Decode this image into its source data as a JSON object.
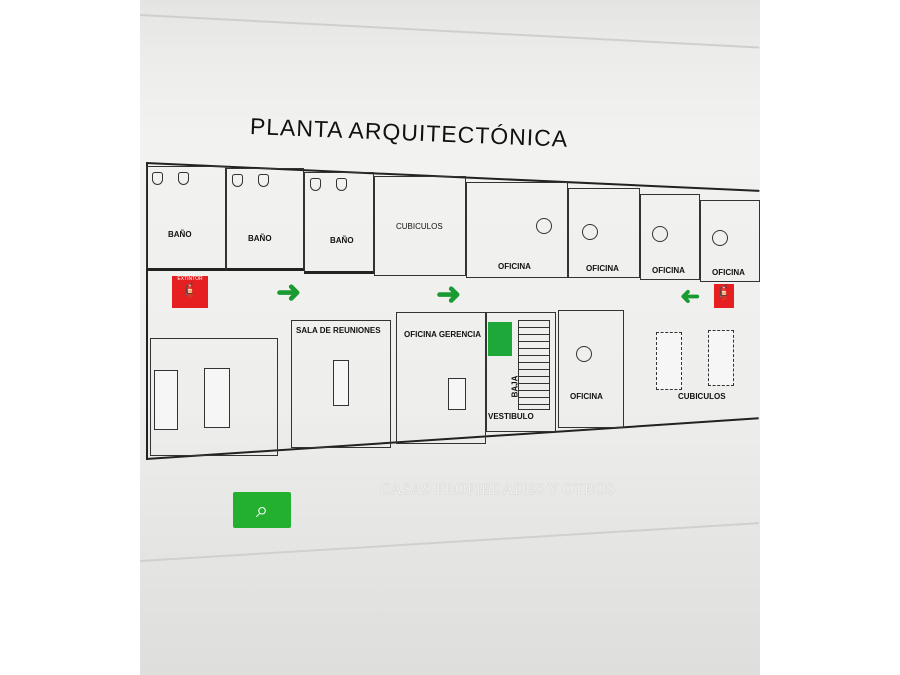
{
  "sign": {
    "title": "PLANTA ARQUITECTÓNICA",
    "rooms": {
      "bano_1": "BAÑO",
      "bano_2": "BAÑO",
      "bano_3": "BAÑO",
      "cubiculos_top": "CUBICULOS",
      "oficina_1": "OFICINA",
      "oficina_2": "OFICINA",
      "oficina_3": "OFICINA",
      "oficina_4": "OFICINA",
      "sala_reuniones": "SALA DE REUNIONES",
      "oficina_gerencia": "OFICINA GERENCIA",
      "baja": "BAJA",
      "vestibulo": "VESTIBULO",
      "oficina_5": "OFICINA",
      "cubiculos_bottom": "CUBICULOS"
    },
    "extintor_label": "EXTINTOR",
    "icons": [
      "fire-extinguisher-icon",
      "exit-arrow-right-icon",
      "exit-arrow-left-icon",
      "emergency-light-icon"
    ],
    "colors": {
      "exit_green": "#1fa83a",
      "extinguisher_red": "#e62020"
    }
  },
  "watermark": "CASAS PROPIEDADES Y OTROS"
}
